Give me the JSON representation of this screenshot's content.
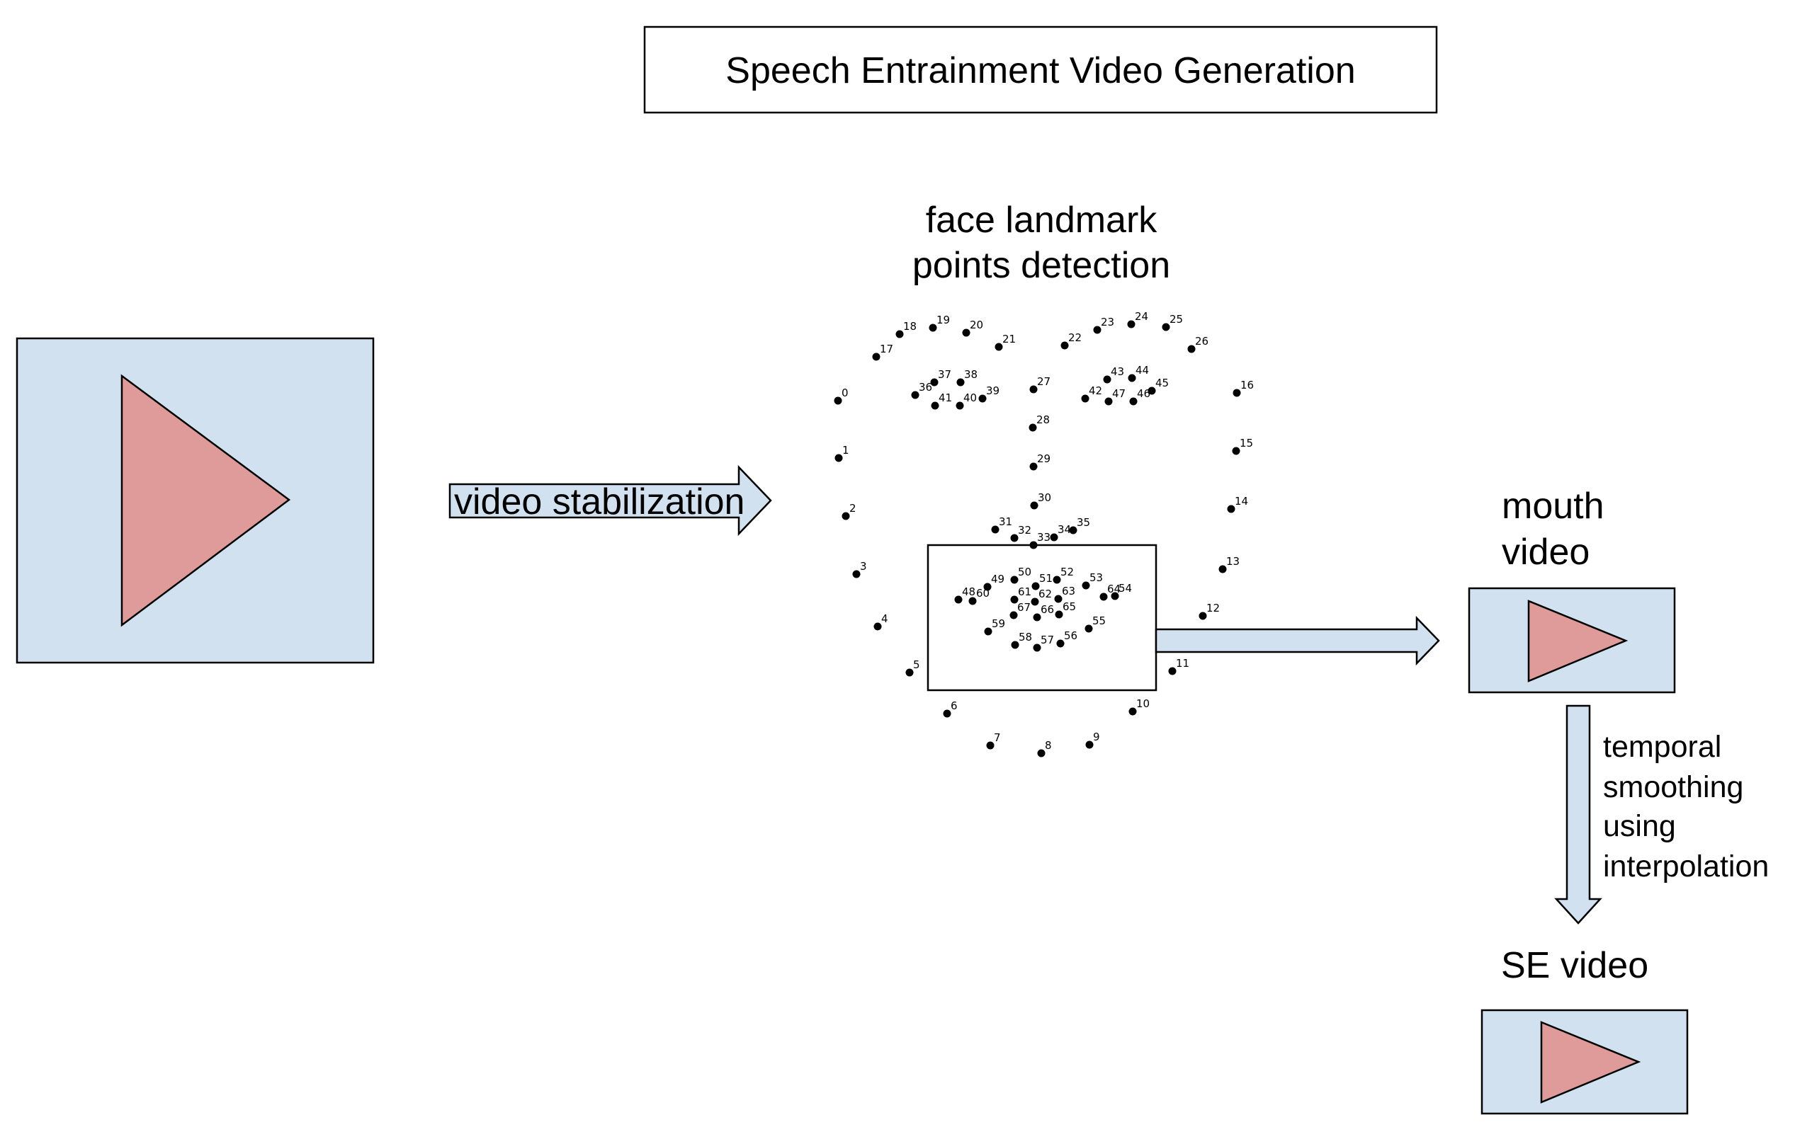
{
  "title": "Speech Entrainment Video Generation",
  "steps": {
    "stabilization": "video stabilization",
    "landmarks_line1": "face landmark",
    "landmarks_line2": "points detection",
    "mouth_line1": "mouth",
    "mouth_line2": "video",
    "smoothing_lines": [
      "temporal",
      "smoothing",
      "using",
      "interpolation"
    ],
    "se_video": "SE video"
  },
  "landmark_labels": [
    "0",
    "1",
    "2",
    "3",
    "4",
    "5",
    "6",
    "7",
    "8",
    "9",
    "10",
    "11",
    "12",
    "13",
    "14",
    "15",
    "16",
    "17",
    "18",
    "19",
    "20",
    "21",
    "22",
    "23",
    "24",
    "25",
    "26",
    "27",
    "28",
    "29",
    "30",
    "31",
    "32",
    "33",
    "34",
    "35",
    "36",
    "37",
    "38",
    "39",
    "40",
    "41",
    "42",
    "43",
    "44",
    "45",
    "46",
    "47",
    "48",
    "49",
    "50",
    "51",
    "52",
    "53",
    "54",
    "55",
    "56",
    "57",
    "58",
    "59",
    "60",
    "61",
    "62",
    "63",
    "64",
    "65",
    "66",
    "67"
  ],
  "colors": {
    "panel_fill": "#d2e1f0",
    "play_fill": "#df9b9a",
    "stroke": "#000000",
    "arrow_fill": "#d2e1f0"
  },
  "icons": {
    "video": "play-triangle-icon",
    "arrow": "block-arrow-icon",
    "landmark": "dot-marker-icon"
  }
}
